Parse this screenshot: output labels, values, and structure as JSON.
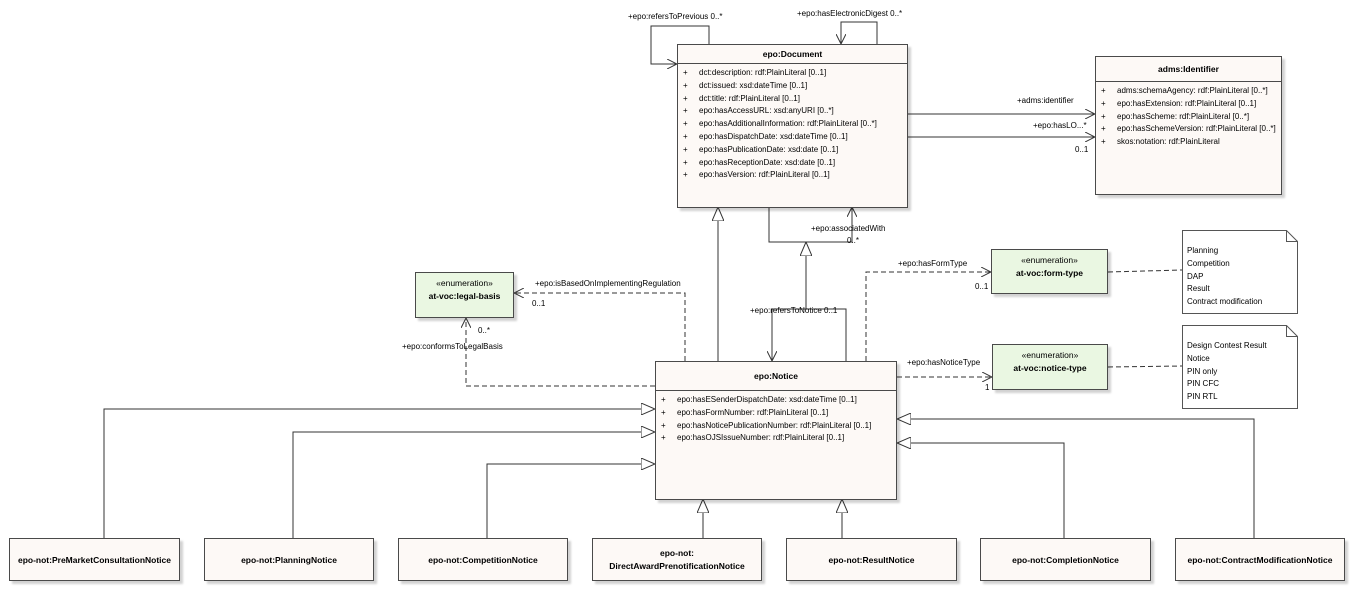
{
  "classes": {
    "document": {
      "name": "epo:Document",
      "attributes": [
        {
          "vis": "+",
          "text": "dct:description: rdf:PlainLiteral [0..1]"
        },
        {
          "vis": "+",
          "text": "dct:issued: xsd:dateTime [0..1]"
        },
        {
          "vis": "+",
          "text": "dct:title: rdf:PlainLiteral [0..1]"
        },
        {
          "vis": "+",
          "text": "epo:hasAccessURL: xsd:anyURI [0..*]"
        },
        {
          "vis": "+",
          "text": "epo:hasAdditionalInformation: rdf:PlainLiteral [0..*]"
        },
        {
          "vis": "+",
          "text": "epo:hasDispatchDate: xsd:dateTime [0..1]"
        },
        {
          "vis": "+",
          "text": "epo:hasPublicationDate: xsd:date [0..1]"
        },
        {
          "vis": "+",
          "text": "epo:hasReceptionDate: xsd:date [0..1]"
        },
        {
          "vis": "+",
          "text": "epo:hasVersion: rdf:PlainLiteral [0..1]"
        }
      ]
    },
    "identifier": {
      "name": "adms:Identifier",
      "attributes": [
        {
          "vis": "+",
          "text": "adms:schemaAgency: rdf:PlainLiteral [0..*]"
        },
        {
          "vis": "+",
          "text": "epo:hasExtension: rdf:PlainLiteral [0..1]"
        },
        {
          "vis": "+",
          "text": "epo:hasScheme: rdf:PlainLiteral [0..*]"
        },
        {
          "vis": "+",
          "text": "epo:hasSchemeVersion: rdf:PlainLiteral [0..*]"
        },
        {
          "vis": "+",
          "text": "skos:notation: rdf:PlainLiteral"
        }
      ]
    },
    "notice": {
      "name": "epo:Notice",
      "attributes": [
        {
          "vis": "+",
          "text": "epo:hasESenderDispatchDate: xsd:dateTime [0..1]"
        },
        {
          "vis": "+",
          "text": "epo:hasFormNumber: rdf:PlainLiteral [0..1]"
        },
        {
          "vis": "+",
          "text": "epo:hasNoticePublicationNumber: rdf:PlainLiteral [0..1]"
        },
        {
          "vis": "+",
          "text": "epo:hasOJSIssueNumber: rdf:PlainLiteral [0..1]"
        }
      ]
    }
  },
  "enumerations": {
    "stereotype": "«enumeration»",
    "legal_basis": "at-voc:legal-basis",
    "form_type": "at-voc:form-type",
    "notice_type": "at-voc:notice-type"
  },
  "notes": {
    "form_type": [
      "Planning",
      "Competition",
      "DAP",
      "Result",
      "Contract modification"
    ],
    "notice_type": [
      "Design Contest Result",
      "Notice",
      "PIN only",
      "PIN CFC",
      "PIN RTL"
    ]
  },
  "subclasses": {
    "pre_market": "epo-not:PreMarketConsultationNotice",
    "planning": "epo-not:PlanningNotice",
    "competition": "epo-not:CompetitionNotice",
    "direct_award_line1": "epo-not:",
    "direct_award_line2": "DirectAwardPrenotificationNotice",
    "result": "epo-not:ResultNotice",
    "completion": "epo-not:CompletionNotice",
    "contract_mod": "epo-not:ContractModificationNotice"
  },
  "labels": {
    "refers_to_previous": "+epo:refersToPrevious 0..*",
    "has_electronic_digest": "+epo:hasElectronicDigest 0..*",
    "adms_identifier": "+adms:identifier",
    "has_lot": "+epo:hasLO...*",
    "has_lot_mult": "0..1",
    "associated_with": "+epo:associatedWith",
    "associated_with_mult": "0..*",
    "is_based_on": "+epo:isBasedOnImplementingRegulation",
    "is_based_on_mult": "0..1",
    "conforms_mult": "0..*",
    "conforms_to": "+epo:conformsToLegalBasis",
    "has_form_type": "+epo:hasFormType",
    "has_form_type_mult": "0..1",
    "refers_to_notice": "+epo:refersToNotice 0..1",
    "has_notice_type": "+epo:hasNoticeType",
    "has_notice_type_mult": "1"
  }
}
